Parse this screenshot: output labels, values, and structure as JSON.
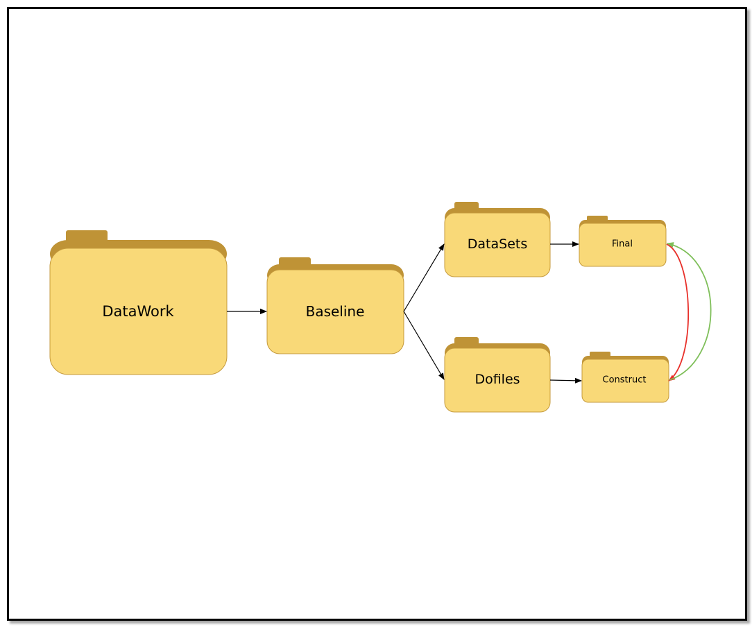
{
  "diagram": {
    "folders": {
      "datawork": {
        "label": "DataWork"
      },
      "baseline": {
        "label": "Baseline"
      },
      "datasets": {
        "label": "DataSets"
      },
      "dofiles": {
        "label": "Dofiles"
      },
      "final": {
        "label": "Final"
      },
      "construct": {
        "label": "Construct"
      }
    },
    "colors": {
      "folder_body": "#f9d978",
      "folder_back": "#bf9336",
      "folder_outline": "#c59a3c",
      "arrow": "#000000",
      "arrow_red": "#e8302a",
      "arrow_green": "#7fbf5a"
    }
  }
}
